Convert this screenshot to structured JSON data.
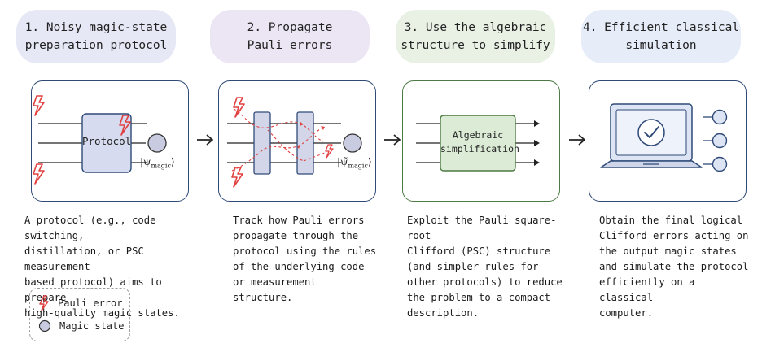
{
  "steps": [
    {
      "title": "1. Noisy magic-state\npreparation protocol",
      "title_bg": "#e6e8f6",
      "box_label": "Protocol",
      "state_label": "|ψ",
      "state_sub": "magic",
      "state_close": "⟩",
      "description": "A protocol (e.g., code switching,\ndistillation, or PSC measurement-\nbased protocol) aims to prepare\nhigh-quality magic states."
    },
    {
      "title": "2. Propagate\nPauli errors",
      "title_bg": "#ece6f4",
      "state_label": "|ψ̃",
      "state_sub": "magic",
      "state_close": "⟩",
      "description": "Track how Pauli errors\npropagate through the\nprotocol using the rules\nof the underlying code\nor measurement\nstructure."
    },
    {
      "title": "3. Use the algebraic\nstructure to simplify",
      "title_bg": "#e8f1e4",
      "box_label": "Algebraic\nsimplification",
      "description": "Exploit the Pauli square-root\nClifford (PSC) structure\n(and simpler rules for\nother protocols) to reduce\nthe problem to a compact\ndescription."
    },
    {
      "title": "4. Efficient classical\nsimulation",
      "title_bg": "#e6ecf8",
      "description": "Obtain the final logical\nClifford errors acting on\nthe output magic states\nand simulate the protocol\nefficiently on a classical\ncomputer."
    }
  ],
  "legend": {
    "pauli_error": "Pauli error",
    "magic_state": "Magic state"
  },
  "icons": {
    "error": "lightning-bolt-icon",
    "arrow": "arrow-right-icon",
    "laptop": "laptop-icon",
    "check": "checkmark-icon"
  },
  "colors": {
    "border": "#2f4a77",
    "error": "#e04040",
    "magic_fill": "#c9cce0",
    "protocol_fill": "#d6dbef",
    "gate_fill": "#d2d6e8",
    "simplify_fill": "#dcebd6",
    "simplify_border": "#4c7a44"
  }
}
